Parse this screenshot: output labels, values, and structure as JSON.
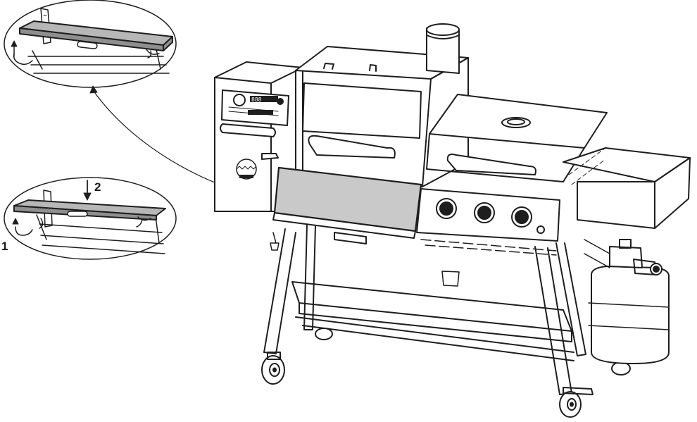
{
  "callouts": {
    "step1_label": "1",
    "step2_label": "2"
  },
  "colors": {
    "line": "#1e1e1e",
    "shelf_fill": "#b7b7b7",
    "panel_fill": "#c9c9c9",
    "background": "#ffffff"
  },
  "controls": {
    "digits": "888"
  }
}
